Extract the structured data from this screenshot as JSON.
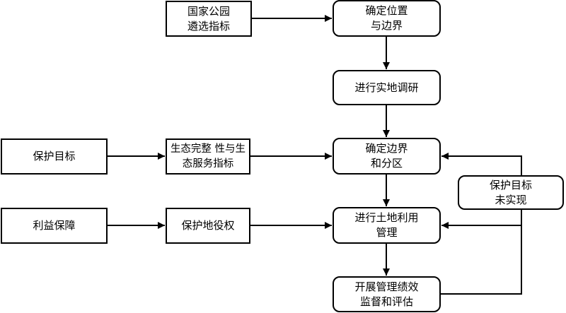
{
  "nodes": {
    "np_criteria": "国家公园\n遴选指标",
    "confirm_location": "确定位置\n与边界",
    "field_research": "进行实地调研",
    "protection_goals": "保护目标",
    "eco_integrity": "生态完整 性与生\n态服务指标",
    "confirm_zoning": "确定边界\n和分区",
    "goals_unmet": "保护目标\n未实现",
    "benefit_guarantee": "利益保障",
    "land_rights": "保护地役权",
    "land_use_mgmt": "进行土地利用\n管理",
    "performance_eval": "开展管理绩效\n监督和评估"
  }
}
